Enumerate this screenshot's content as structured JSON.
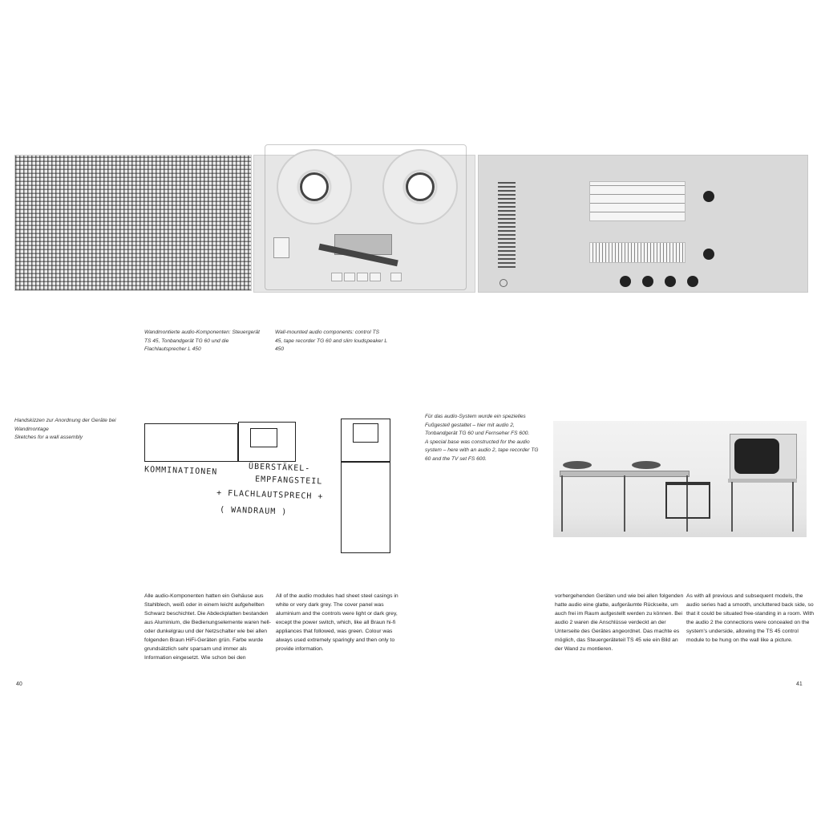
{
  "top_photo": {
    "caption_de": "Wandmontierte audio-Komponenten: Steuergerät TS 45, Tonbandgerät TG 60 und die Flachlautsprecher L 450",
    "caption_en": "Wall-mounted audio components: control TS 45, tape recorder TG 60 and slim loudspeaker L 450"
  },
  "sketch": {
    "caption_de": "Handskizzen zur Anordnung der Geräte bei Wandmontage",
    "caption_en": "Sketches for a wall assembly",
    "handwriting": [
      "KOMMINATIONEN",
      "ÜBERSTÄKEL-",
      "EMPFANGSTEIL",
      "+ FLACHLAUTSPRECH +",
      "( WANDRAUM )"
    ]
  },
  "base_photo": {
    "caption_de": "Für das audio-System wurde ein spezielles Fußgestell gestaltet – hier mit audio 2, Tonbandgerät TG 60 und Fernseher FS 600.",
    "caption_en": "A special base was constructed for the audio system – here with an audio 2, tape recorder TG 60 and the TV set FS 600."
  },
  "body": {
    "col1": "Alle audio-Komponenten hatten ein Gehäuse aus Stahlblech, weiß oder in einem leicht aufgehellten Schwarz beschichtet. Die Abdeckplatten bestanden aus Aluminium, die Bedienungselemente waren hell- oder dunkelgrau und der Netzschalter wie bei allen folgenden Braun HiFi-Geräten grün. Farbe wurde grundsätzlich sehr sparsam und immer als Information eingesetzt. Wie schon bei den",
    "col2": "All of the audio modules had sheet steel casings in white or very dark grey. The cover panel was aluminium and the controls were light or dark grey, except the power switch, which, like all Braun hi-fi appliances that followed, was green. Colour was always used extremely sparingly and then only to provide information.",
    "col3": "vorhergehenden Geräten und wie bei allen folgenden hatte audio eine glatte, aufgeräumte Rückseite, um auch frei im Raum aufgestellt werden zu können. Bei audio 2 waren die Anschlüsse verdeckt an der Unterseite des Gerätes angeordnet. Das machte es möglich, das Steuergeräteteil TS 45 wie ein Bild an der Wand zu montieren.",
    "col4": "As with all previous and subsequent models, the audio series had a smooth, uncluttered back side, so that it could be situated free-standing in a room. With the audio 2 the connections were concealed on the system's underside, allowing the TS 45 control module to be hung on the wall like a picture."
  },
  "page_numbers": {
    "left": "40",
    "right": "41"
  }
}
